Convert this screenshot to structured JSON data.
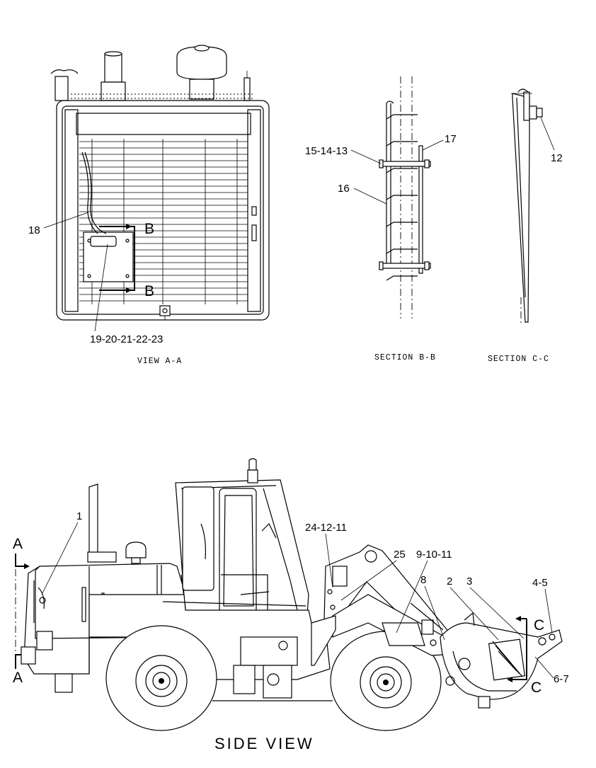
{
  "view_a": {
    "caption": "VIEW A-A",
    "section_marker": "B",
    "callouts": {
      "c18": "18",
      "c19_23": "19-20-21-22-23"
    }
  },
  "section_b": {
    "caption": "SECTION B-B",
    "callouts": {
      "c15_13": "15-14-13",
      "c16": "16",
      "c17": "17"
    }
  },
  "section_c": {
    "caption": "SECTION C-C",
    "callouts": {
      "c12": "12"
    }
  },
  "side_view": {
    "caption": "SIDE VIEW",
    "view_marker": "A",
    "section_marker": "C",
    "callouts": {
      "c1": "1",
      "c24": "24-12-11",
      "c25": "25",
      "c9": "9-10-11",
      "c8": "8",
      "c2": "2",
      "c3": "3",
      "c4": "4-5",
      "c6": "6-7"
    }
  }
}
